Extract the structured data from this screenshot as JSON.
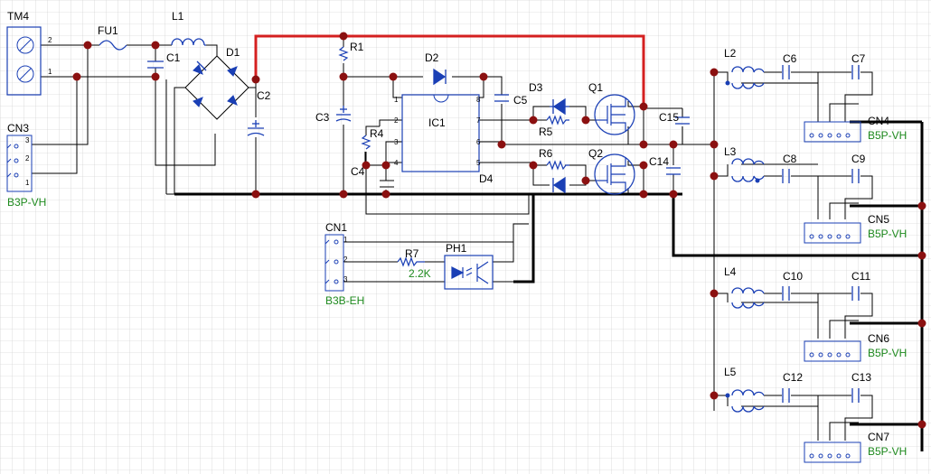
{
  "labels": {
    "tm4": "TM4",
    "fu1": "FU1",
    "l1": "L1",
    "d1": "D1",
    "c1": "C1",
    "c2": "C2",
    "r1": "R1",
    "d2": "D2",
    "c3": "C3",
    "r4": "R4",
    "c4": "C4",
    "ic1": "IC1",
    "c5": "C5",
    "d3": "D3",
    "q1": "Q1",
    "r5": "R5",
    "r6": "R6",
    "q2": "Q2",
    "d4": "D4",
    "c15": "C15",
    "c14": "C14",
    "cn3": "CN3",
    "cn3_type": "B3P-VH",
    "cn1": "CN1",
    "cn1_type": "B3B-EH",
    "r7": "R7",
    "r7_value": "2.2K",
    "ph1": "PH1",
    "l2": "L2",
    "c6": "C6",
    "c7": "C7",
    "cn4": "CN4",
    "cn4_type": "B5P-VH",
    "l3": "L3",
    "c8": "C8",
    "c9": "C9",
    "cn5": "CN5",
    "cn5_type": "B5P-VH",
    "l4": "L4",
    "c10": "C10",
    "c11": "C11",
    "cn6": "CN6",
    "cn6_type": "B5P-VH",
    "l5": "L5",
    "c12": "C12",
    "c13": "C13",
    "cn7": "CN7",
    "cn7_type": "B5P-VH"
  },
  "pins": {
    "tm4_2": "2",
    "tm4_1": "1",
    "ic_1": "1",
    "ic_2": "2",
    "ic_3": "3",
    "ic_4": "4",
    "ic_8": "8",
    "ic_7": "7",
    "ic_6": "6",
    "ic_5": "5",
    "cn_1": "1",
    "cn_2": "2",
    "cn_3": "3"
  },
  "colors": {
    "grid": "#c8c8c8",
    "wire": "#000000",
    "power_rail": "#d42020",
    "component": "#1a3fb5",
    "junction": "#8b1010",
    "ref_label": "#000000",
    "type_label": "#1e8a1e",
    "pin_number": "#000000"
  }
}
